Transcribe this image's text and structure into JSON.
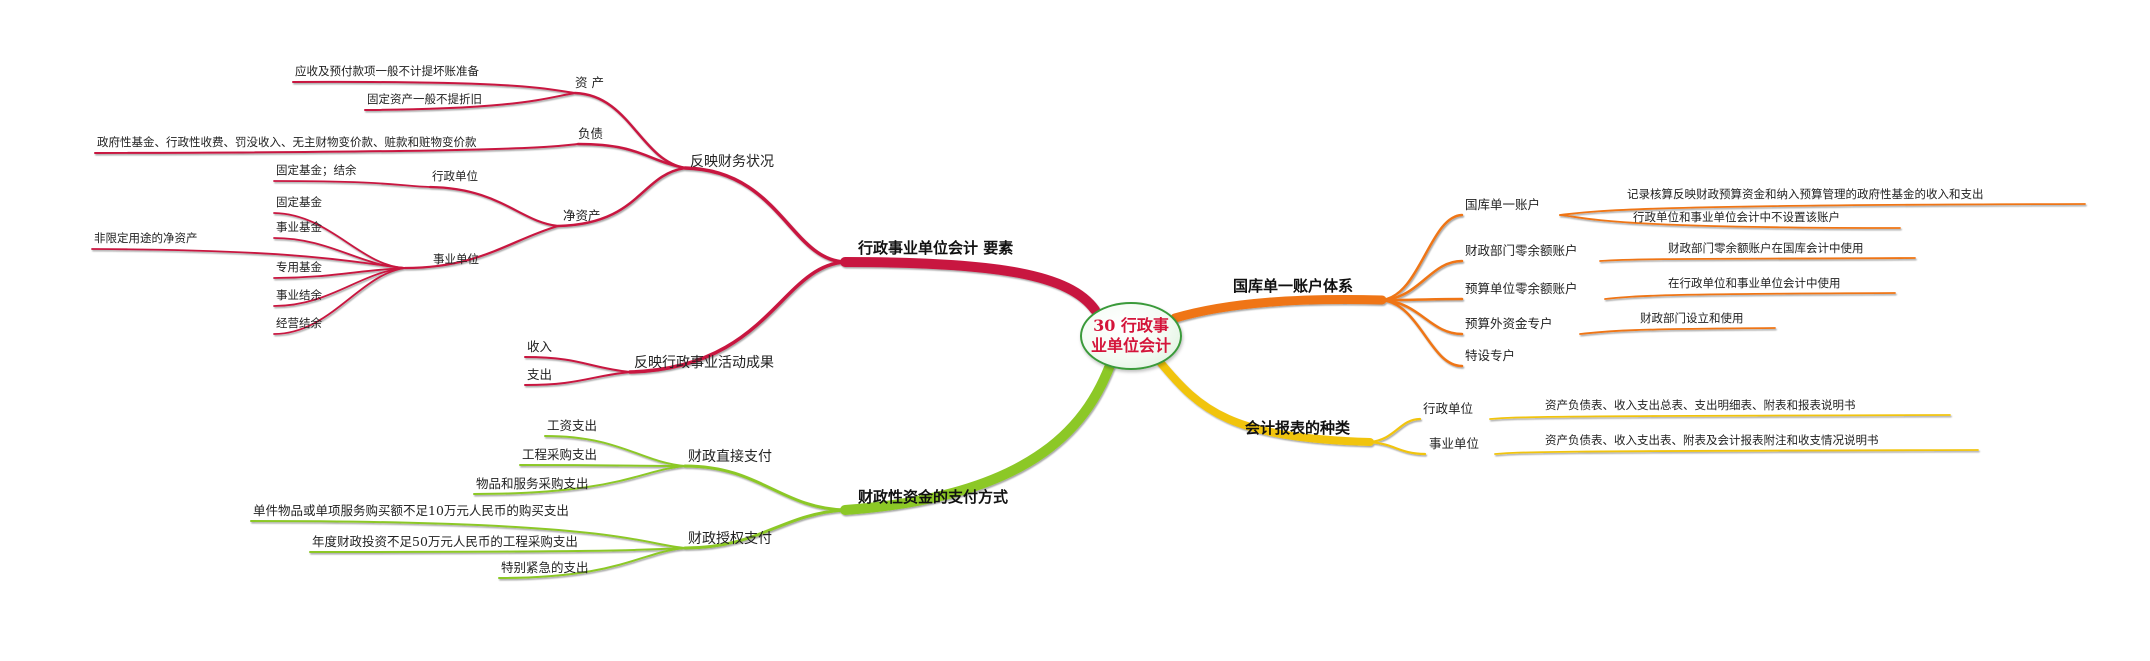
{
  "center": {
    "line1": "30 行政事",
    "line2": "业单位会计"
  },
  "colors": {
    "red": "#c8163f",
    "orange": "#ef7413",
    "yellow": "#f1c40f",
    "green": "#8cc828",
    "center_border": "#3a9a3a",
    "center_text": "#d4143a"
  },
  "branches": {
    "elements": {
      "label": "行政事业单位会计 要素",
      "financial_status": {
        "label": "反映财务状况",
        "assets": {
          "label": "资 产",
          "items": [
            "应收及预付款项一般不计提坏账准备",
            "固定资产一般不提折旧"
          ]
        },
        "liabilities": {
          "label": "负债",
          "items": [
            "政府性基金、行政性收费、罚没收入、无主财物变价款、赃款和赃物变价款"
          ]
        },
        "net_assets": {
          "label": "净资产",
          "admin_unit": {
            "label": "行政单位",
            "items": [
              "固定基金；结余"
            ]
          },
          "public_unit": {
            "label": "事业单位",
            "items": [
              "固定基金",
              "事业基金",
              "非限定用途的净资产",
              "专用基金",
              "事业结余",
              "经营结余"
            ]
          }
        }
      },
      "activity_results": {
        "label": "反映行政事业活动成果",
        "items": [
          "收入",
          "支出"
        ]
      }
    },
    "payment": {
      "label": "财政性资金的支付方式",
      "direct": {
        "label": "财政直接支付",
        "items": [
          "工资支出",
          "工程采购支出",
          "物品和服务采购支出"
        ]
      },
      "authorized": {
        "label": "财政授权支付",
        "items": [
          "单件物品或单项服务购买额不足10万元人民币的购买支出",
          "年度财政投资不足50万元人民币的工程采购支出",
          "特别紧急的支出"
        ]
      }
    },
    "treasury": {
      "label": "国库单一账户体系",
      "nodes": [
        {
          "label": "国库单一账户",
          "items": [
            "记录核算反映财政预算资金和纳入预算管理的政府性基金的收入和支出",
            "行政单位和事业单位会计中不设置该账户"
          ]
        },
        {
          "label": "财政部门零余额账户",
          "items": [
            "财政部门零余额账户在国库会计中使用"
          ]
        },
        {
          "label": "预算单位零余额账户",
          "items": [
            "在行政单位和事业单位会计中使用"
          ]
        },
        {
          "label": "预算外资金专户",
          "items": [
            "财政部门设立和使用"
          ]
        },
        {
          "label": "特设专户",
          "items": []
        }
      ]
    },
    "reports": {
      "label": "会计报表的种类",
      "nodes": [
        {
          "label": "行政单位",
          "detail": "资产负债表、收入支出总表、支出明细表、附表和报表说明书"
        },
        {
          "label": "事业单位",
          "detail": "资产负债表、收入支出表、附表及会计报表附注和收支情况说明书"
        }
      ]
    }
  }
}
